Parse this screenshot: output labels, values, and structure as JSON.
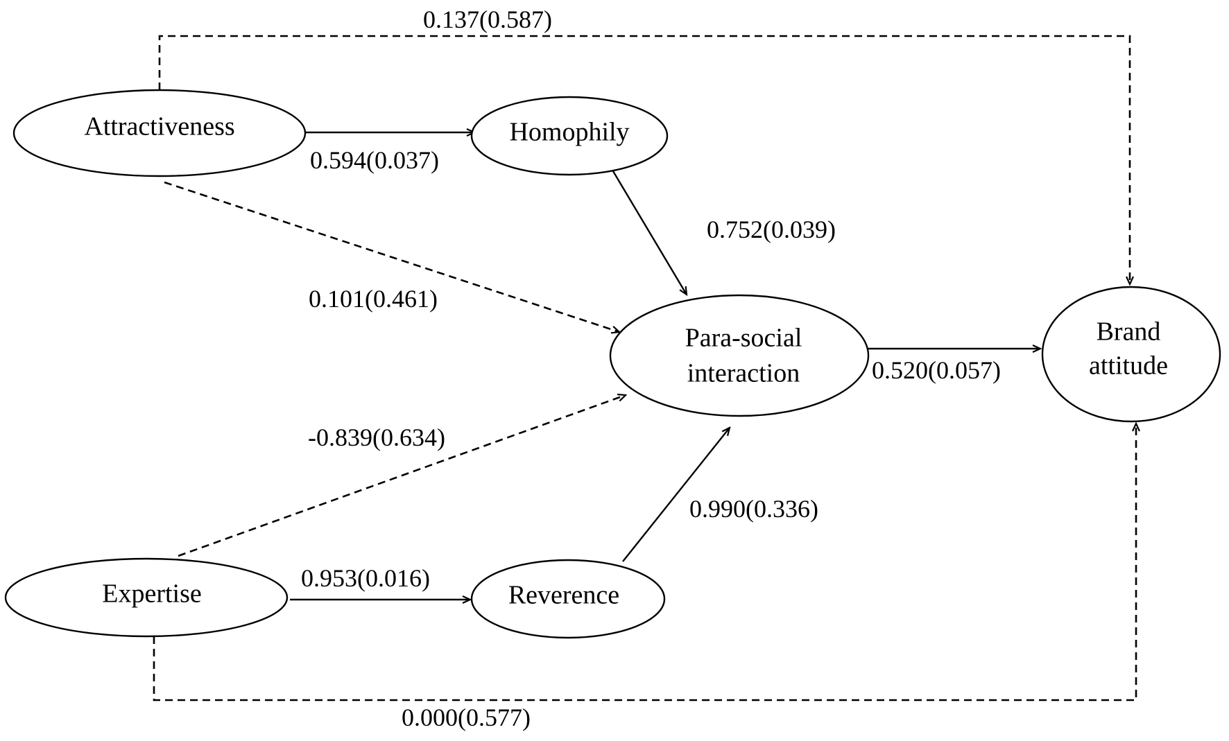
{
  "diagram": {
    "type": "path-model",
    "nodes": [
      {
        "id": "attractiveness",
        "label": [
          "Attractiveness"
        ]
      },
      {
        "id": "homophily",
        "label": [
          "Homophily"
        ]
      },
      {
        "id": "parasocial",
        "label": [
          "Para-social",
          "interaction"
        ]
      },
      {
        "id": "brand",
        "label": [
          "Brand",
          "attitude"
        ]
      },
      {
        "id": "expertise",
        "label": [
          "Expertise"
        ]
      },
      {
        "id": "reverence",
        "label": [
          "Reverence"
        ]
      }
    ],
    "edges": [
      {
        "id": "attr-brand",
        "from": "attractiveness",
        "to": "brand",
        "label": "0.137(0.587)",
        "style": "dashed"
      },
      {
        "id": "attr-homo",
        "from": "attractiveness",
        "to": "homophily",
        "label": "0.594(0.037)",
        "style": "solid"
      },
      {
        "id": "homo-psi",
        "from": "homophily",
        "to": "parasocial",
        "label": "0.752(0.039)",
        "style": "solid"
      },
      {
        "id": "attr-psi",
        "from": "attractiveness",
        "to": "parasocial",
        "label": "0.101(0.461)",
        "style": "dashed"
      },
      {
        "id": "psi-brand",
        "from": "parasocial",
        "to": "brand",
        "label": "0.520(0.057)",
        "style": "solid"
      },
      {
        "id": "exp-psi",
        "from": "expertise",
        "to": "parasocial",
        "label": "-0.839(0.634)",
        "style": "dashed"
      },
      {
        "id": "rev-psi",
        "from": "reverence",
        "to": "parasocial",
        "label": "0.990(0.336)",
        "style": "solid"
      },
      {
        "id": "exp-rev",
        "from": "expertise",
        "to": "reverence",
        "label": "0.953(0.016)",
        "style": "solid"
      },
      {
        "id": "exp-brand",
        "from": "expertise",
        "to": "brand",
        "label": "0.000(0.577)",
        "style": "dashed"
      }
    ]
  }
}
